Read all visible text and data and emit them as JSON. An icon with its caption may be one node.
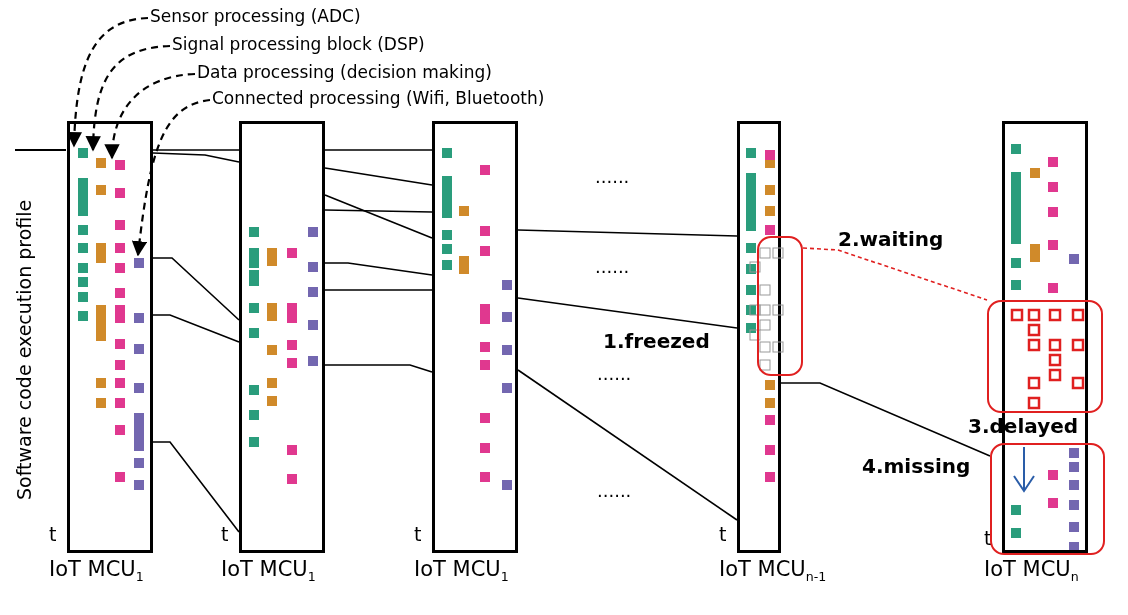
{
  "diagram": {
    "nodes": [
      {
        "text": [
          "Sensor processing (ADC)"
        ]
      },
      {
        "text": [
          "Signal processing block (DSP)"
        ]
      },
      {
        "text": [
          "Data processing (decision making)"
        ]
      },
      {
        "text": [
          "Connected processing (Wifi, Bluetooth)"
        ]
      },
      {
        "text": [
          "IoT MCU$_{1}$"
        ],
        "beside": [
          "t"
        ]
      },
      {
        "text": [
          "IoT MCU$_{1}$"
        ],
        "beside": [
          "t"
        ]
      },
      {
        "text": [
          "IoT MCU$_{1}$"
        ],
        "beside": [
          "t"
        ]
      },
      {
        "text": [
          "IoT MCU$_{n-1}$"
        ],
        "beside": [
          "t"
        ]
      },
      {
        "text": [
          "IoT MCU$_{n}$"
        ]
      },
      {
        "text": [],
        "shape": "box"
      },
      {
        "text": [],
        "shape": "box"
      },
      {
        "text": [],
        "shape": "box"
      }
    ],
    "edges": [
      {
        "from": 0,
        "to": 4,
        "arrow": "to",
        "style": "dashed"
      },
      {
        "from": 1,
        "to": 4,
        "arrow": "to",
        "style": "dashed"
      },
      {
        "from": 2,
        "to": 4,
        "arrow": "to",
        "style": "dashed"
      },
      {
        "from": 3,
        "to": 4,
        "arrow": "to",
        "style": "dashed"
      },
      {
        "from": 4,
        "to": 5,
        "arrow": "none"
      },
      {
        "from": 4,
        "to": 5,
        "arrow": "none"
      },
      {
        "from": 4,
        "to": 5,
        "arrow": "none"
      },
      {
        "from": 4,
        "to": 5,
        "arrow": "none"
      },
      {
        "from": 4,
        "to": 5,
        "arrow": "none"
      },
      {
        "from": 5,
        "to": 6,
        "arrow": "none"
      },
      {
        "from": 5,
        "to": 6,
        "arrow": "none"
      },
      {
        "from": 5,
        "to": 6,
        "arrow": "none"
      },
      {
        "from": 5,
        "to": 6,
        "arrow": "none"
      },
      {
        "from": 5,
        "to": 6,
        "arrow": "none"
      },
      {
        "from": 5,
        "to": 6,
        "arrow": "none"
      },
      {
        "from": 5,
        "to": 6,
        "arrow": "none"
      },
      {
        "from": 6,
        "to": 7,
        "arrow": "none"
      },
      {
        "from": 6,
        "to": 7,
        "arrow": "none"
      },
      {
        "from": 6,
        "to": 7,
        "arrow": "none"
      },
      {
        "from": 7,
        "to": 11,
        "arrow": "none"
      },
      {
        "from": 9,
        "to": 10,
        "arrow": "none",
        "style": "dashed",
        "color": "#e02020"
      }
    ],
    "labels": [
      "Software code execution profile",
      "......",
      "......",
      "1.freezed",
      "2.waiting",
      "......",
      "3.delayed",
      "4.missing",
      "......",
      "t"
    ]
  }
}
